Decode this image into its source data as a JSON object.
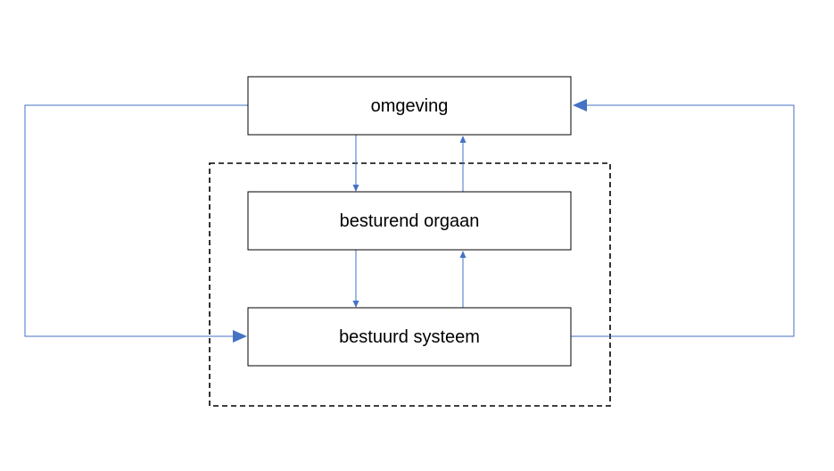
{
  "diagram": {
    "nodes": {
      "omgeving": {
        "label": "omgeving"
      },
      "besturend_orgaan": {
        "label": "besturend orgaan"
      },
      "bestuurd_systeem": {
        "label": "bestuurd systeem"
      }
    },
    "edges": [
      {
        "from": "omgeving",
        "to": "besturend_orgaan"
      },
      {
        "from": "besturend_orgaan",
        "to": "omgeving"
      },
      {
        "from": "besturend_orgaan",
        "to": "bestuurd_systeem"
      },
      {
        "from": "bestuurd_systeem",
        "to": "besturend_orgaan"
      },
      {
        "from": "omgeving",
        "to": "bestuurd_systeem"
      },
      {
        "from": "bestuurd_systeem",
        "to": "omgeving"
      }
    ],
    "groups": [
      {
        "members": [
          "besturend_orgaan",
          "bestuurd_systeem"
        ],
        "style": "dashed"
      }
    ],
    "colors": {
      "arrow": "#4472C4",
      "box_border": "#000000",
      "box_fill": "#ffffff",
      "group_border": "#000000"
    }
  }
}
